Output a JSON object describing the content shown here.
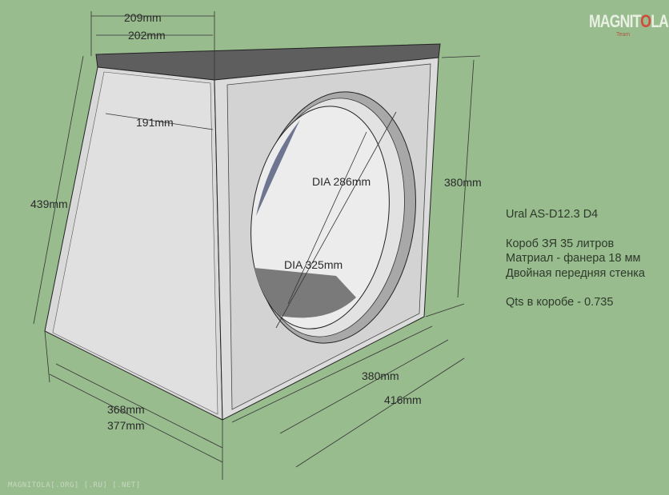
{
  "logo": {
    "text_a": "MAGNIT",
    "text_o": "O",
    "text_b": "LA",
    "subtitle": "Team"
  },
  "dimensions": {
    "width_outer": "209mm",
    "width_inner": "202mm",
    "top_depth_inner": "191mm",
    "slant_height": "439mm",
    "dia_inner": "DIA 286mm",
    "dia_outer": "DIA 325mm",
    "front_height": "380mm",
    "front_width_inner": "380mm",
    "front_width_outer": "416mm",
    "bottom_depth_inner": "368mm",
    "bottom_depth_outer": "377mm"
  },
  "notes": {
    "model": "Ural AS-D12.3 D4",
    "box": "Короб ЗЯ 35 литров",
    "material": "Матриал - фанера 18 мм",
    "front": "Двойная передняя стенка",
    "qts": "Qts в коробе - 0.735"
  },
  "footer": "MAGNITOLA[.ORG] [.RU] [.NET]"
}
